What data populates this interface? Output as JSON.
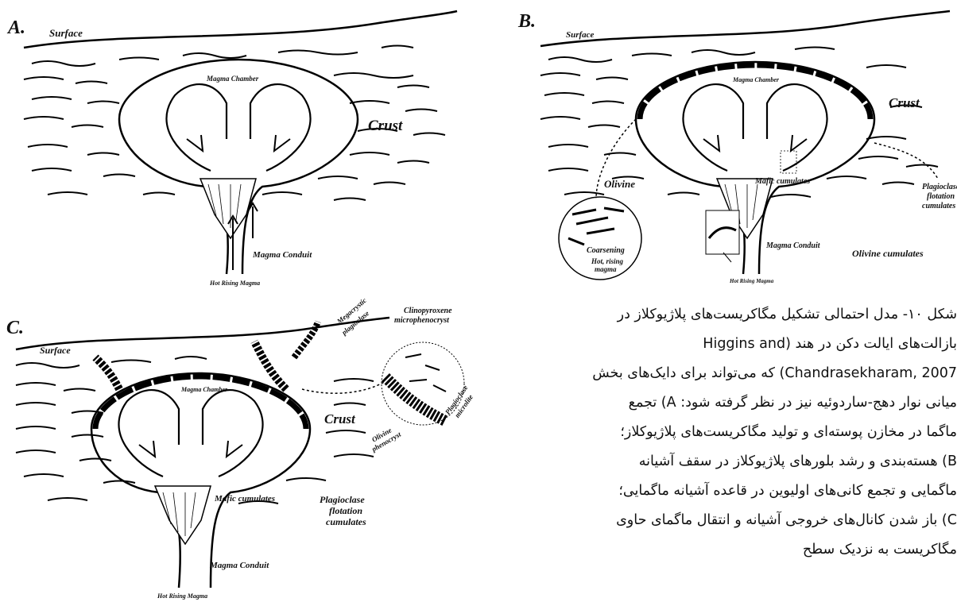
{
  "panels": {
    "a": {
      "letter": "A.",
      "surface": "Surface",
      "crust": "Crust",
      "chamber": "Magma Chamber",
      "conduit": "Magma Conduit",
      "hot": "Hot Rising Magma"
    },
    "b": {
      "letter": "B.",
      "surface": "Surface",
      "crust": "Crust",
      "chamber": "Magma Chamber",
      "olivine": "Olivine",
      "coarsening": "Coarsening",
      "hot_inset_1": "Hot, rising",
      "hot_inset_2": "magma",
      "mafic": "Mafic cumulates",
      "plag_1": "Plagioclase",
      "plag_2": "flotation",
      "plag_3": "cumulates",
      "olivine_cum": "Olivine cumulates",
      "conduit": "Magma Conduit",
      "hot": "Hot Rising Magma"
    },
    "c": {
      "letter": "C.",
      "surface": "Surface",
      "crust": "Crust",
      "chamber": "Magma Chamber",
      "megacrystic_1": "Megacrystic",
      "megacrystic_2": "plagioclase",
      "clino_1": "Clinopyroxene",
      "clino_2": "microphenocryst",
      "plag_micro_1": "Plagioclase",
      "plag_micro_2": "microlite",
      "olivine_pheno_1": "Olivine",
      "olivine_pheno_2": "phenocryst",
      "mafic": "Mafic cumulates",
      "plag_1": "Plagioclase",
      "plag_2": "flotation",
      "plag_3": "cumulates",
      "conduit": "Magma Conduit",
      "hot": "Hot Rising Magma"
    }
  },
  "caption": {
    "lines": [
      "شکل ۱۰- مدل احتمالی تشکیل مگاکریست‌های پلاژیوکلاز در",
      "بازالت‌های ایالت دکن در هند (Higgins and",
      "Chandrasekharam, 2007) که می‌تواند برای دایک‌های بخش",
      "میانی نوار دهج-ساردوئیه نیز در نظر گرفته شود: A) تجمع",
      "ماگما در مخازن پوسته‌ای و تولید مگاکریست‌های پلاژیوکلاز؛",
      "B) هسته‌بندی و رشد بلورهای پلاژیوکلاز در سقف آشیانه",
      "ماگمایی و تجمع کانی‌های اولیوین در قاعده آشیانه ماگمایی؛",
      "C) باز شدن کانال‌های خروجی آشیانه و انتقال ماگمای حاوی",
      "مگاکریست به نزدیک سطح"
    ]
  }
}
